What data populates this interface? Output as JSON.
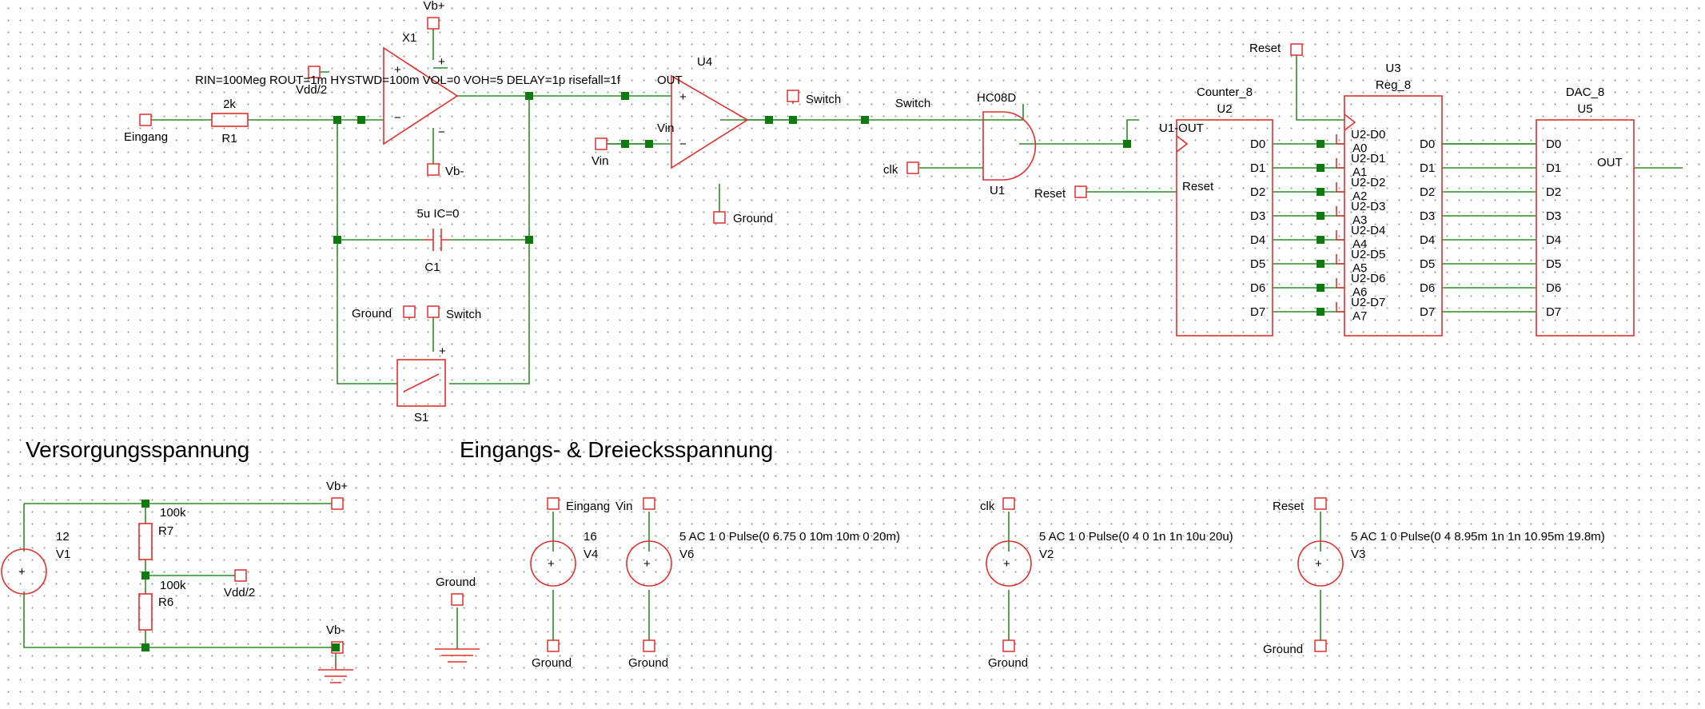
{
  "headings": {
    "supply": "Versorgungsspannung",
    "input": "Eingangs- & Dreiecksspannung"
  },
  "comparator_params": "RIN=100Meg ROUT=1m HYSTWD=100m VOL=0 VOH=5 DELAY=1p risefall=1f",
  "labels": {
    "vb_plus": "Vb+",
    "vb_minus": "Vb-",
    "vdd2": "Vdd/2",
    "x1": "X1",
    "out": "OUT",
    "u4": "U4",
    "vin": "Vin",
    "ground": "Ground",
    "switch": "Switch",
    "eingang": "Eingang",
    "r1_value": "2k",
    "r1": "R1",
    "c1_value": "5u IC=0",
    "c1": "C1",
    "s1": "S1",
    "hc08d": "HC08D",
    "u1": "U1",
    "clk": "clk",
    "reset": "Reset",
    "u1_out": "U1-OUT",
    "counter": "Counter_8",
    "u2": "U2",
    "u3": "U3",
    "reg": "Reg_8",
    "dac": "DAC_8",
    "u5": "U5",
    "dac_out": "OUT",
    "v1_value": "12",
    "v1": "V1",
    "r7_value": "100k",
    "r7": "R7",
    "r6_value": "100k",
    "r6": "R6",
    "v4_value": "16",
    "v4": "V4",
    "v6_params": "5 AC 1 0 Pulse(0 6.75 0 10m 10m 0 20m)",
    "v6": "V6",
    "v2_params": "5 AC 1 0 Pulse(0 4 0 1n 1n 10u 20u)",
    "v2": "V2",
    "v3_params": "5 AC 1 0 Pulse(0 4 8.95m 1n 1n 10.95m 19.8m)",
    "v3": "V3"
  },
  "counter_pins": [
    "D0",
    "D1",
    "D2",
    "D3",
    "D4",
    "D5",
    "D6",
    "D7"
  ],
  "register_inputs": [
    "A0",
    "A1",
    "A2",
    "A3",
    "A4",
    "A5",
    "A6",
    "A7"
  ],
  "register_nets": [
    "U2-D0",
    "U2-D1",
    "U2-D2",
    "U2-D3",
    "U2-D4",
    "U2-D5",
    "U2-D6",
    "U2-D7"
  ],
  "register_outputs": [
    "D0",
    "D1",
    "D2",
    "D3",
    "D4",
    "D5",
    "D6",
    "D7"
  ],
  "dac_inputs": [
    "D0",
    "D1",
    "D2",
    "D3",
    "D4",
    "D5",
    "D6",
    "D7"
  ],
  "colors": {
    "wire": "#2e8b2e",
    "component": "#e03030",
    "junction": "#0c7a0c",
    "grid": "#9a9a9a"
  }
}
